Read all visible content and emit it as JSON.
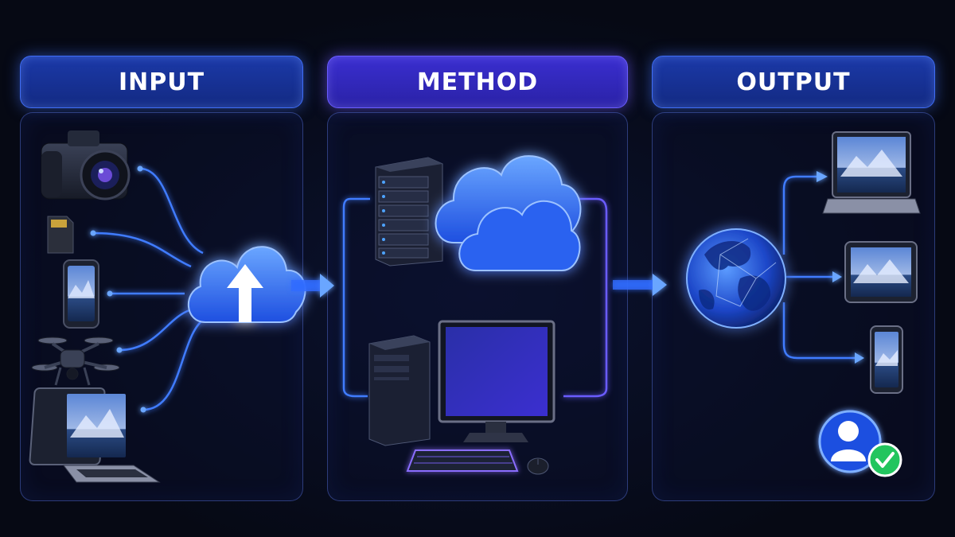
{
  "stages": {
    "input": {
      "title": "INPUT"
    },
    "method": {
      "title": "METHOD"
    },
    "output": {
      "title": "OUTPUT"
    }
  },
  "icons": {
    "input": [
      "camera-icon",
      "sd-card-icon",
      "smartphone-icon",
      "drone-icon",
      "laptop-icon",
      "cloud-upload-icon"
    ],
    "method": [
      "server-rack-icon",
      "cloud-icon",
      "desktop-tower-icon",
      "monitor-icon",
      "keyboard-icon",
      "mouse-icon"
    ],
    "output": [
      "globe-icon",
      "laptop-icon",
      "tablet-icon",
      "smartphone-icon",
      "user-verified-icon"
    ]
  },
  "colors": {
    "background": "#060914",
    "accent_blue": "#3f7bff",
    "accent_violet": "#6a5cff",
    "success_green": "#22c55e"
  }
}
